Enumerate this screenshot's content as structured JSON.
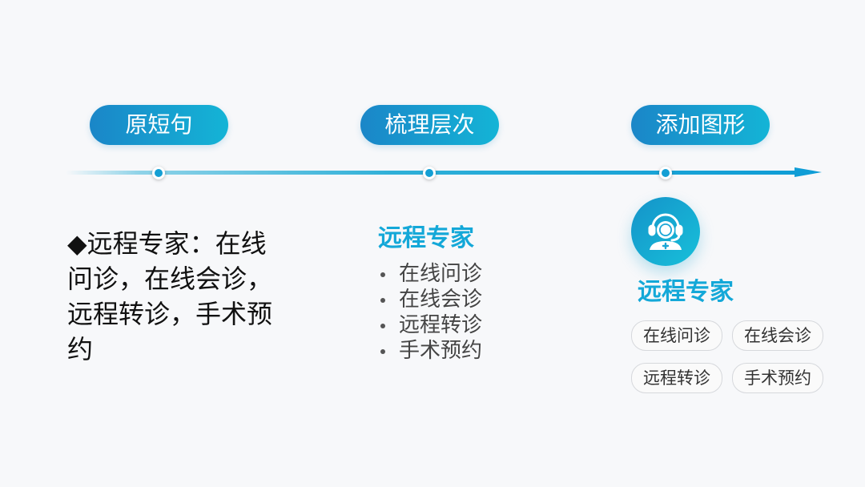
{
  "steps": [
    {
      "label": "原短句"
    },
    {
      "label": "梳理层次"
    },
    {
      "label": "添加图形"
    }
  ],
  "column1": {
    "text": "◆远程专家：在线问诊，在线会诊，远程转诊，手术预约"
  },
  "column2": {
    "heading": "远程专家",
    "items": [
      "在线问诊",
      "在线会诊",
      "远程转诊",
      "手术预约"
    ]
  },
  "column3": {
    "icon": "doctor-headset-icon",
    "heading": "远程专家",
    "tags": [
      "在线问诊",
      "在线会诊",
      "远程转诊",
      "手术预约"
    ]
  },
  "colors": {
    "accent": "#14a8d8",
    "pill_start": "#1a86c8",
    "pill_end": "#14b4d6",
    "background": "#f7f8fa"
  }
}
